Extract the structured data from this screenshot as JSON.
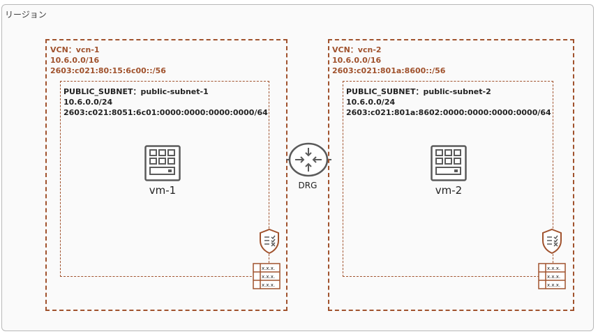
{
  "region": {
    "label": "リージョン"
  },
  "vcns": [
    {
      "title": "VCN：vcn-1",
      "cidr_v4": "10.6.0.0/16",
      "cidr_v6": "2603:c021:80:15:6c00::/56",
      "subnet": {
        "title": "PUBLIC_SUBNET：public-subnet-1",
        "cidr_v4": "10.6.0.0/24",
        "cidr_v6": "2603:c021:8051:6c01:0000:0000:0000:0000/64"
      },
      "vm": {
        "label": "vm-1",
        "icon": "compute-vm-icon"
      },
      "security_icon": "security-list-icon",
      "route_table_icon": "route-table-icon",
      "route_table_cells": [
        "x.x.x.",
        "x.x.x.",
        "x.x.x."
      ]
    },
    {
      "title": "VCN：vcn-2",
      "cidr_v4": "10.6.0.0/16",
      "cidr_v6": "2603:c021:801a:8600::/56",
      "subnet": {
        "title": "PUBLIC_SUBNET：public-subnet-2",
        "cidr_v4": "10.6.0.0/24",
        "cidr_v6": "2603:c021:801a:8602:0000:0000:0000:0000/64"
      },
      "vm": {
        "label": "vm-2",
        "icon": "compute-vm-icon"
      },
      "security_icon": "security-list-icon",
      "route_table_icon": "route-table-icon",
      "route_table_cells": [
        "x.x.x.",
        "x.x.x.",
        "x.x.x."
      ]
    }
  ],
  "drg": {
    "label": "DRG",
    "icon": "drg-router-icon"
  },
  "colors": {
    "vcn_border": "#a0522d",
    "icon_stroke": "#5a5a5a",
    "region_border": "#b8b8b8"
  }
}
